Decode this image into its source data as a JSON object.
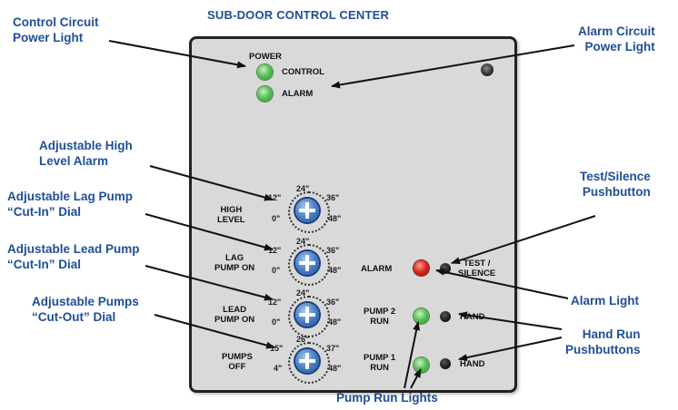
{
  "title": "SUB-DOOR CONTROL CENTER",
  "callouts": {
    "control_circuit_power_light": [
      "Control Circuit",
      "Power Light"
    ],
    "alarm_circuit_power_light": [
      "Alarm Circuit",
      "Power Light"
    ],
    "adjustable_high_level_alarm": [
      "Adjustable High",
      "Level Alarm"
    ],
    "adjustable_lag_pump_cut_in": [
      "Adjustable Lag Pump",
      "“Cut-In” Dial"
    ],
    "adjustable_lead_pump_cut_in": [
      "Adjustable Lead Pump",
      "“Cut-In” Dial"
    ],
    "adjustable_pumps_cut_out": [
      "Adjustable Pumps",
      "“Cut-Out” Dial"
    ],
    "test_silence_pushbutton": [
      "Test/Silence",
      "Pushbutton"
    ],
    "alarm_light": "Alarm Light",
    "hand_run_pushbuttons": [
      "Hand Run",
      "Pushbuttons"
    ],
    "pump_run_lights": "Pump Run Lights"
  },
  "panel": {
    "power_heading": "POWER",
    "control_label": "CONTROL",
    "alarm_power_label": "ALARM",
    "dials": [
      {
        "label": [
          "HIGH",
          "LEVEL"
        ],
        "ticks": [
          "12\"",
          "24\"",
          "36\"",
          "0\"",
          "48\""
        ]
      },
      {
        "label": [
          "LAG",
          "PUMP ON"
        ],
        "ticks": [
          "12\"",
          "24\"",
          "36\"",
          "0\"",
          "48\""
        ]
      },
      {
        "label": [
          "LEAD",
          "PUMP ON"
        ],
        "ticks": [
          "12\"",
          "24\"",
          "36\"",
          "0\"",
          "48\""
        ]
      },
      {
        "label": [
          "PUMPS",
          "OFF"
        ],
        "ticks": [
          "15\"",
          "26\"",
          "37\"",
          "4\"",
          "48\""
        ]
      }
    ],
    "alarm_label": "ALARM",
    "test_silence_label": [
      "TEST /",
      "SILENCE"
    ],
    "pump2_label": [
      "PUMP 2",
      "RUN"
    ],
    "pump1_label": [
      "PUMP 1",
      "RUN"
    ],
    "hand_label_1": "HAND",
    "hand_label_2": "HAND"
  },
  "colors": {
    "callout_text": "#1f4e96",
    "panel_bg": "#d9d9d9",
    "lamp_green": "#5cc25a",
    "lamp_red": "#d8231c",
    "knob_blue": "#4a7fc8"
  }
}
